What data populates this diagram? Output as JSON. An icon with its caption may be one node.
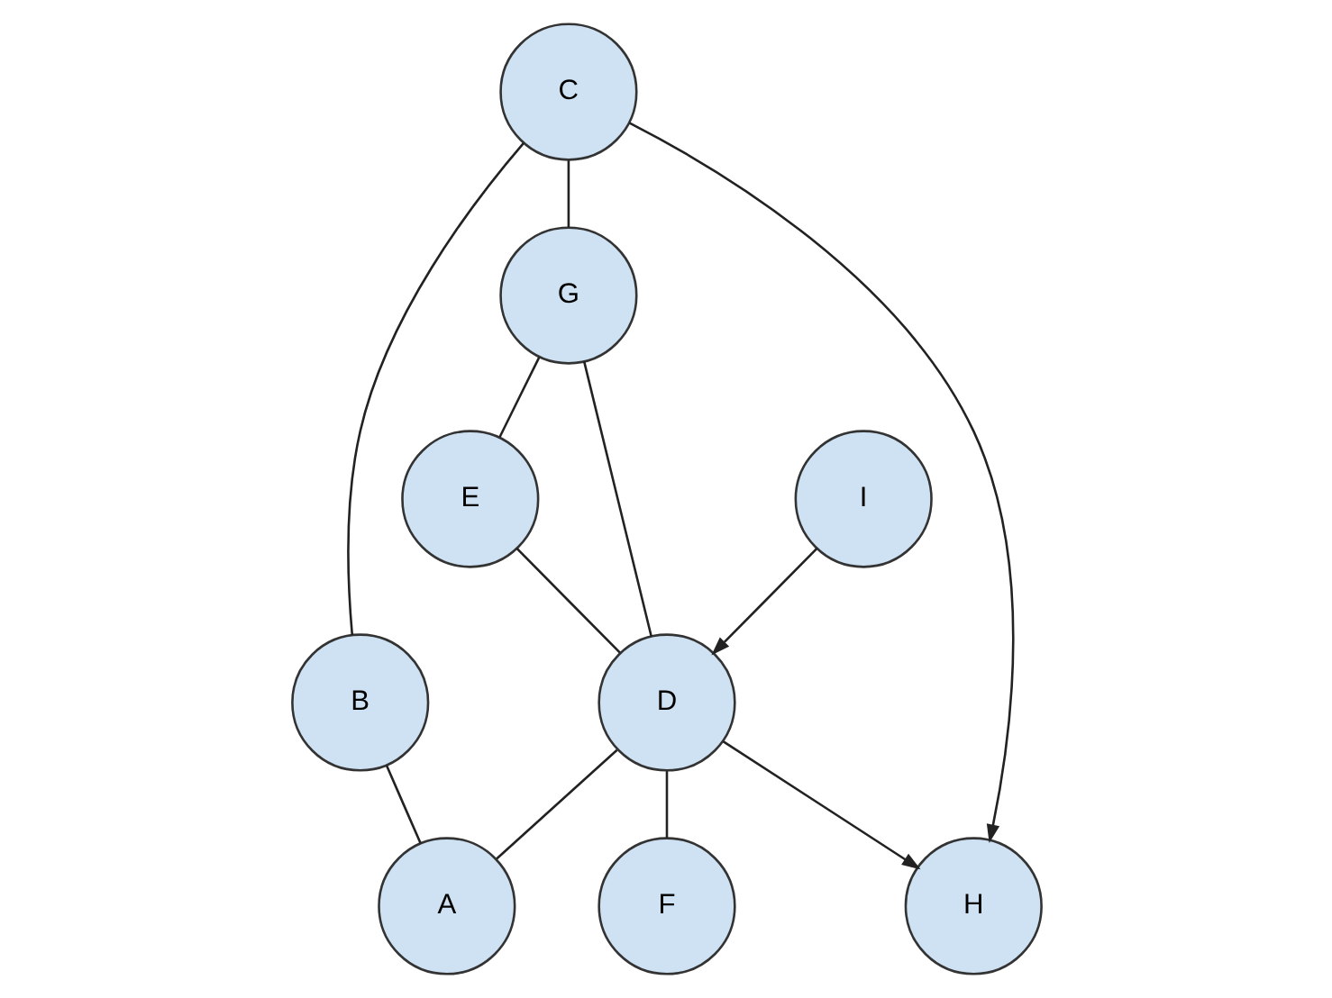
{
  "diagram": {
    "nodes": [
      {
        "text": [
          "C"
        ]
      },
      {
        "text": [
          "B"
        ]
      },
      {
        "text": [
          "G"
        ]
      },
      {
        "text": [
          "E"
        ]
      },
      {
        "text": [
          "F"
        ]
      },
      {
        "text": [
          "H"
        ]
      },
      {
        "text": [
          "D"
        ]
      },
      {
        "text": [
          "I"
        ]
      },
      {
        "text": [
          "A"
        ]
      }
    ],
    "edges": [
      {
        "from": 0,
        "to": 1,
        "arrow": "none"
      },
      {
        "from": 0,
        "to": 2,
        "arrow": "none"
      },
      {
        "from": 0,
        "to": 5,
        "arrow": "to"
      },
      {
        "from": 2,
        "to": 3,
        "arrow": "none"
      },
      {
        "from": 2,
        "to": 6,
        "arrow": "none"
      },
      {
        "from": 3,
        "to": 6,
        "arrow": "none"
      },
      {
        "from": 6,
        "to": 4,
        "arrow": "none"
      },
      {
        "from": 6,
        "to": 5,
        "arrow": "to"
      },
      {
        "from": 7,
        "to": 6,
        "arrow": "to"
      },
      {
        "from": 6,
        "to": 8,
        "arrow": "none"
      },
      {
        "from": 1,
        "to": 8,
        "arrow": "none"
      }
    ]
  }
}
